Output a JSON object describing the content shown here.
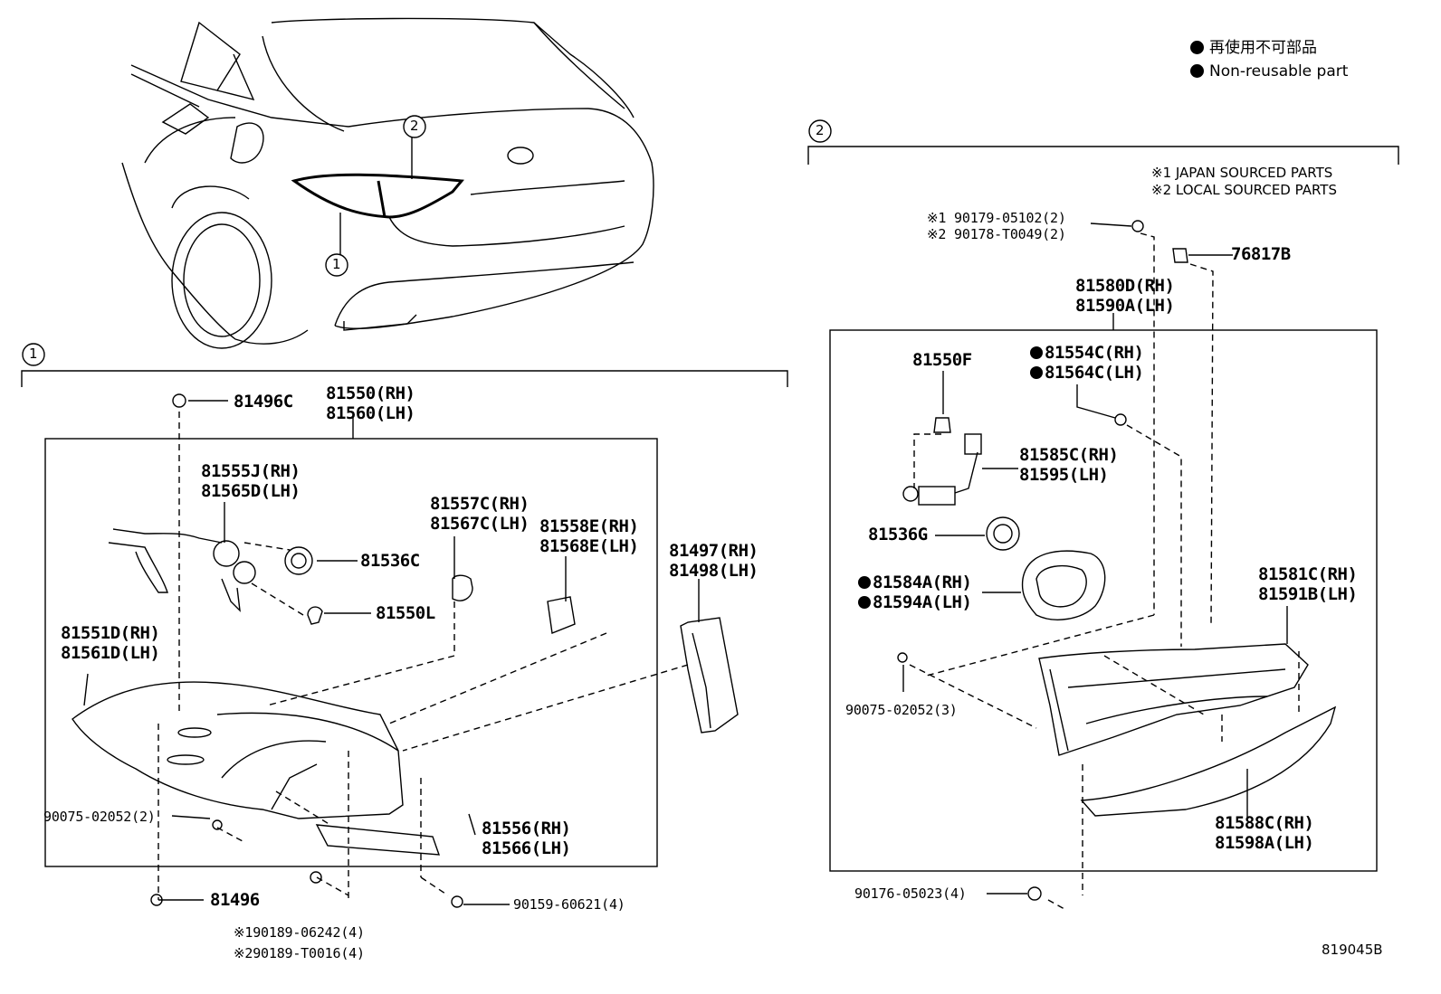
{
  "legend": {
    "line1": "再使用不可部品",
    "line2": "Non-reusable part"
  },
  "sources": {
    "line1": "※1 JAPAN SOURCED PARTS",
    "line2": "※2 LOCAL SOURCED PARTS"
  },
  "callouts": {
    "c1": "1",
    "c2": "2"
  },
  "section1": {
    "p81496C": "81496C",
    "p81550": "81550(RH)\n81560(LH)",
    "p81555J": "81555J(RH)\n81565D(LH)",
    "p81536C": "81536C",
    "p81550L": "81550L",
    "p81557C": "81557C(RH)\n81567C(LH)",
    "p81558E": "81558E(RH)\n81568E(LH)",
    "p81497": "81497(RH)\n81498(LH)",
    "p81551D": "81551D(RH)\n81561D(LH)",
    "p90075": "90075-02052(2)",
    "p81556": "81556(RH)\n81566(LH)",
    "p81496": "81496",
    "p90159": "90159-60621(4)",
    "p90189": "※190189-06242(4)\n※290189-T0016(4)"
  },
  "section2": {
    "p90179": "※1 90179-05102(2)\n※2 90178-T0049(2)",
    "p76817B": "76817B",
    "p81580D": "81580D(RH)\n81590A(LH)",
    "p81550F": "81550F",
    "p81554C": "81554C(RH)",
    "p81564C": "81564C(LH)",
    "p81585C": "81585C(RH)\n81595(LH)",
    "p81536G": "81536G",
    "p81584A": "81584A(RH)",
    "p81594A": "81594A(LH)",
    "p81581C": "81581C(RH)\n81591B(LH)",
    "p90075": "90075-02052(3)",
    "p81588C": "81588C(RH)\n81598A(LH)",
    "p90176": "90176-05023(4)"
  },
  "ref_code": "819045B"
}
